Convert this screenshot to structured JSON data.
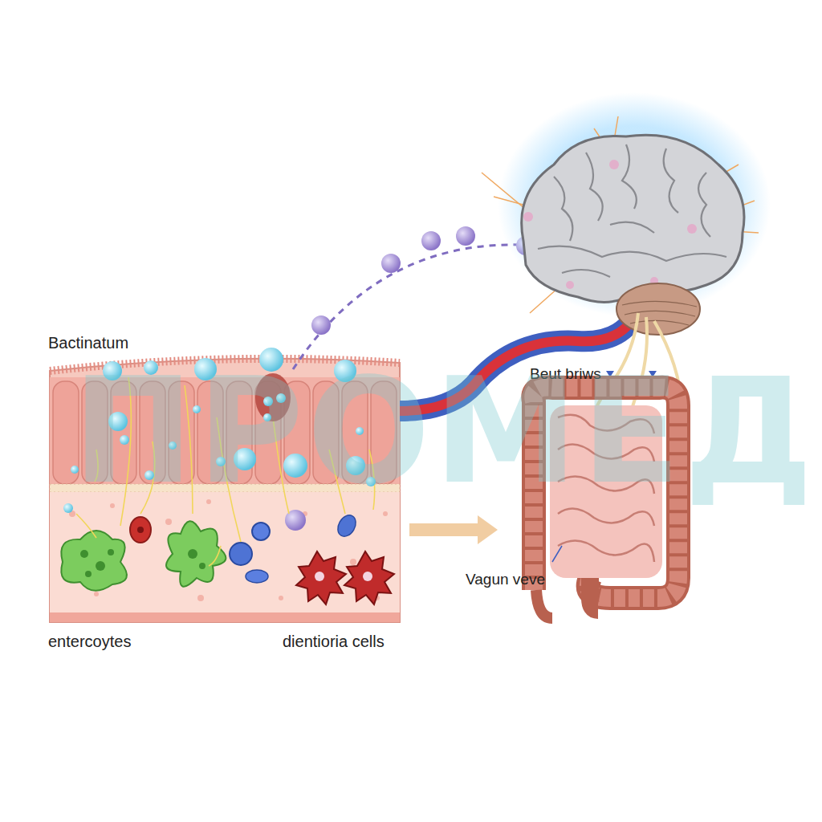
{
  "diagram": {
    "labels": [
      "Bactinatum",
      "Beut briws",
      "Vagun veve",
      "entercoytes",
      "dientioria cells",
      "ПРОМЕД"
    ]
  }
}
